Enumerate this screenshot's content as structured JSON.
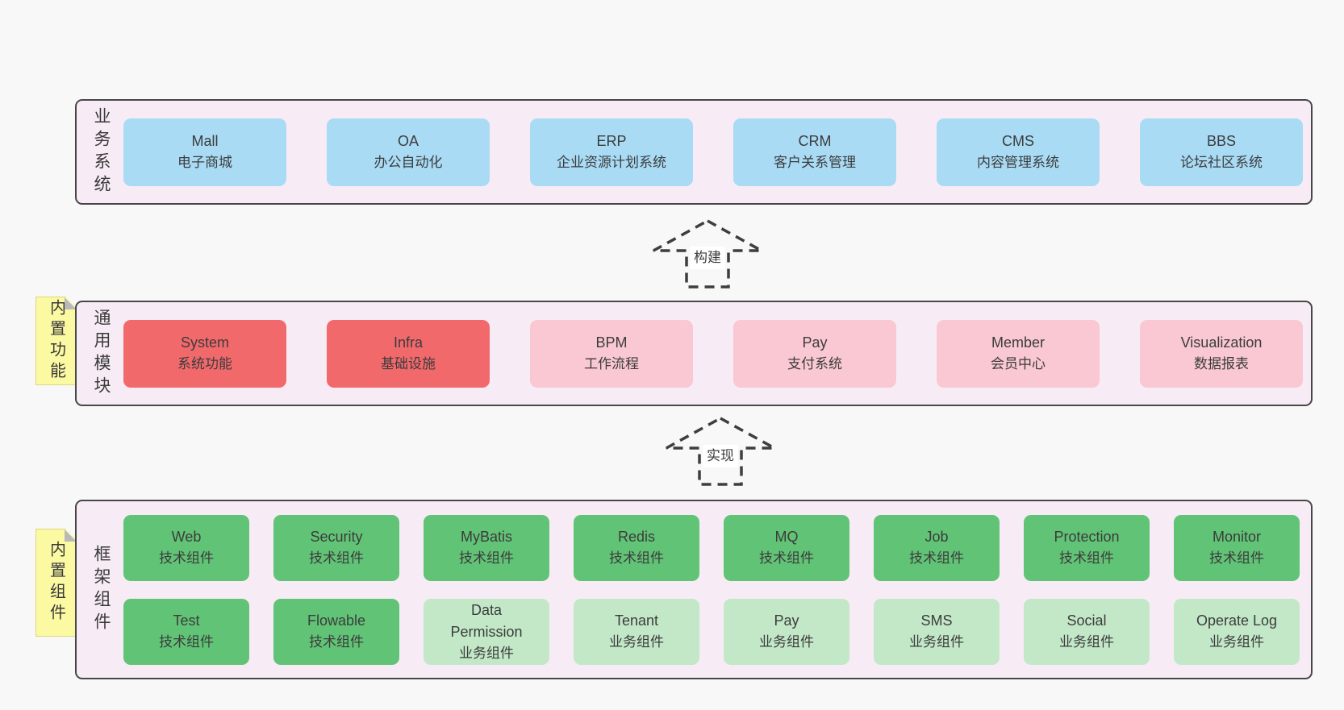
{
  "colors": {
    "background": "#f8f8f8",
    "band_bg": "#f7ecf5",
    "band_border": "#474747",
    "blue": "#a9dbf5",
    "red": "#f2696c",
    "pink": "#f9c8d2",
    "green": "#61c376",
    "green_light": "#c2e8c8",
    "sticky_yellow": "#fbf9a2",
    "text": "#3c3c3c"
  },
  "arrows": [
    {
      "id": "build",
      "label": "构建"
    },
    {
      "id": "implement",
      "label": "实现"
    }
  ],
  "layers": [
    {
      "id": "business-systems",
      "title": "业务系统",
      "rows": [
        [
          {
            "name": "Mall",
            "desc": "电子商城",
            "color": "blue"
          },
          {
            "name": "OA",
            "desc": "办公自动化",
            "color": "blue"
          },
          {
            "name": "ERP",
            "desc": "企业资源计划系统",
            "color": "blue"
          },
          {
            "name": "CRM",
            "desc": "客户关系管理",
            "color": "blue"
          },
          {
            "name": "CMS",
            "desc": "内容管理系统",
            "color": "blue"
          },
          {
            "name": "BBS",
            "desc": "论坛社区系统",
            "color": "blue"
          }
        ]
      ]
    },
    {
      "id": "common-modules",
      "title": "通用模块",
      "sticky": "内置功能",
      "rows": [
        [
          {
            "name": "System",
            "desc": "系统功能",
            "color": "red"
          },
          {
            "name": "Infra",
            "desc": "基础设施",
            "color": "red"
          },
          {
            "name": "BPM",
            "desc": "工作流程",
            "color": "pink"
          },
          {
            "name": "Pay",
            "desc": "支付系统",
            "color": "pink"
          },
          {
            "name": "Member",
            "desc": "会员中心",
            "color": "pink"
          },
          {
            "name": "Visualization",
            "desc": "数据报表",
            "color": "pink"
          }
        ]
      ]
    },
    {
      "id": "framework-components",
      "title": "框架组件",
      "sticky": "内置组件",
      "rows": [
        [
          {
            "name": "Web",
            "desc": "技术组件",
            "color": "green"
          },
          {
            "name": "Security",
            "desc": "技术组件",
            "color": "green"
          },
          {
            "name": "MyBatis",
            "desc": "技术组件",
            "color": "green"
          },
          {
            "name": "Redis",
            "desc": "技术组件",
            "color": "green"
          },
          {
            "name": "MQ",
            "desc": "技术组件",
            "color": "green"
          },
          {
            "name": "Job",
            "desc": "技术组件",
            "color": "green"
          },
          {
            "name": "Protection",
            "desc": "技术组件",
            "color": "green"
          },
          {
            "name": "Monitor",
            "desc": "技术组件",
            "color": "green"
          }
        ],
        [
          {
            "name": "Test",
            "desc": "技术组件",
            "color": "green"
          },
          {
            "name": "Flowable",
            "desc": "技术组件",
            "color": "green"
          },
          {
            "name": "Data Permission",
            "desc": "业务组件",
            "color": "green-light"
          },
          {
            "name": "Tenant",
            "desc": "业务组件",
            "color": "green-light"
          },
          {
            "name": "Pay",
            "desc": "业务组件",
            "color": "green-light"
          },
          {
            "name": "SMS",
            "desc": "业务组件",
            "color": "green-light"
          },
          {
            "name": "Social",
            "desc": "业务组件",
            "color": "green-light"
          },
          {
            "name": "Operate Log",
            "desc": "业务组件",
            "color": "green-light"
          }
        ]
      ]
    }
  ]
}
